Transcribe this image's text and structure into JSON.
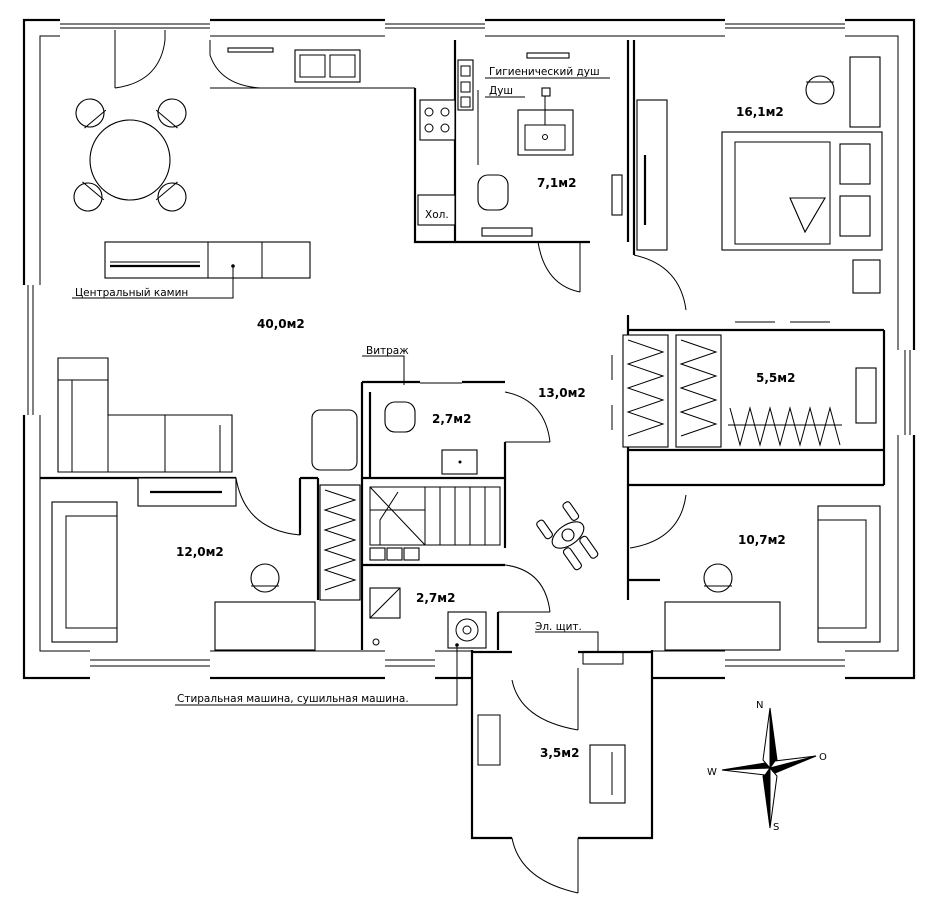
{
  "plan": {
    "rooms": [
      {
        "id": "living",
        "area": "40,0м2"
      },
      {
        "id": "hall",
        "area": "13,0м2"
      },
      {
        "id": "bathroom",
        "area": "7,1м2"
      },
      {
        "id": "bedroom_master",
        "area": "16,1м2"
      },
      {
        "id": "wardrobe",
        "area": "5,5м2"
      },
      {
        "id": "wc",
        "area": "2,7м2"
      },
      {
        "id": "laundry",
        "area": "2,7м2"
      },
      {
        "id": "study",
        "area": "12,0м2"
      },
      {
        "id": "bedroom_2",
        "area": "10,7м2"
      },
      {
        "id": "vestibule",
        "area": "3,5м2"
      }
    ],
    "labels": {
      "fireplace": "Центральный камин",
      "hygienic_shower": "Гигиенический душ",
      "shower": "Душ",
      "fridge": "Хол.",
      "stained_glass": "Витраж",
      "electric_panel": "Эл. щит.",
      "washer_dryer": "Стиральная машина, сушильная машина."
    },
    "compass": {
      "n": "N",
      "s": "S",
      "w": "W",
      "e": "O"
    }
  }
}
